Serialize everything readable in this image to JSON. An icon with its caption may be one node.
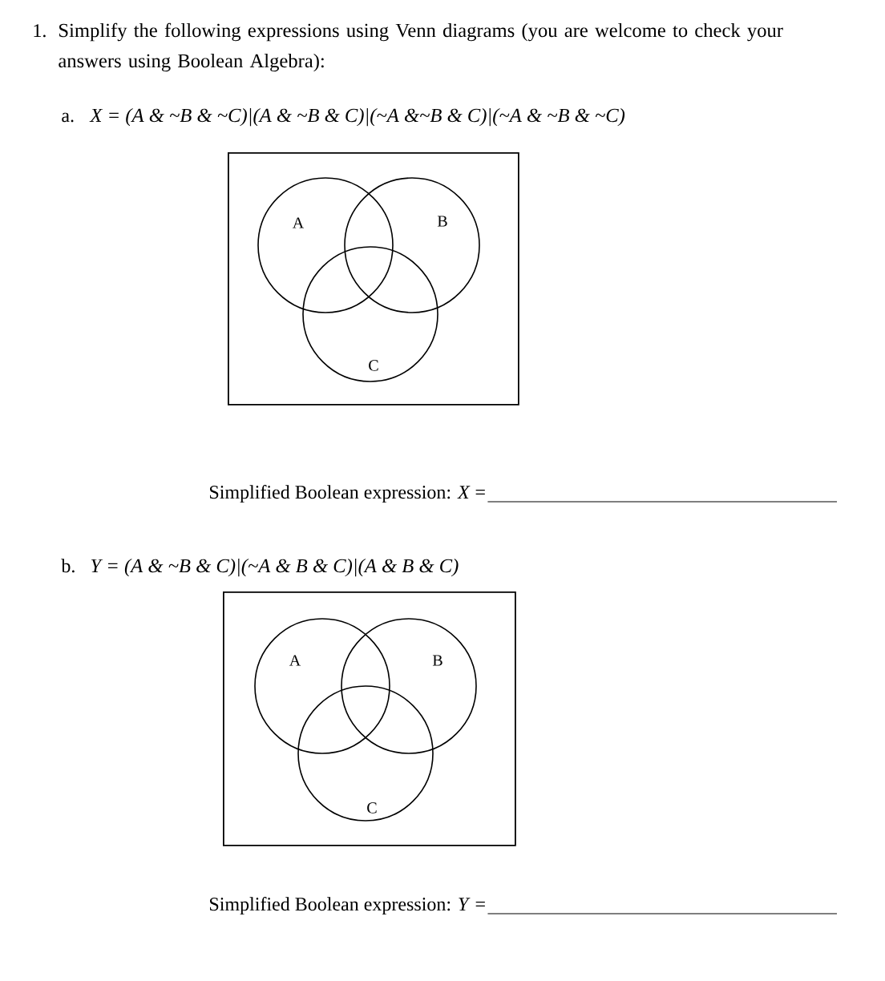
{
  "diagram": {
    "nodes": [
      {
        "text": [],
        "shape": "box"
      },
      {
        "text": [
          "A"
        ],
        "in": 0
      },
      {
        "text": [
          "B"
        ],
        "in": 0
      },
      {
        "text": [
          "C"
        ],
        "in": 0
      },
      {
        "text": [],
        "shape": "box"
      },
      {
        "text": [
          "A"
        ],
        "in": 4
      },
      {
        "text": [
          "B"
        ],
        "in": 4
      },
      {
        "text": [
          "C"
        ],
        "in": 4
      }
    ],
    "edges": [],
    "labels": [
      "1.",
      "Simplify the following expressions using Venn diagrams (you are welcome to check your answers using Boolean Algebra):",
      "a.",
      "X = (A & ~B & ~C)|(A & ~B & C)|(~A &~B & C)|(~A & ~B & ~C)",
      "Simplified Boolean expression: *X* =",
      "b.",
      "Y = (A & ~B & C)|(~A & B & C)|(A & B & C)",
      "Simplified Boolean expression: *Y* ="
    ]
  }
}
